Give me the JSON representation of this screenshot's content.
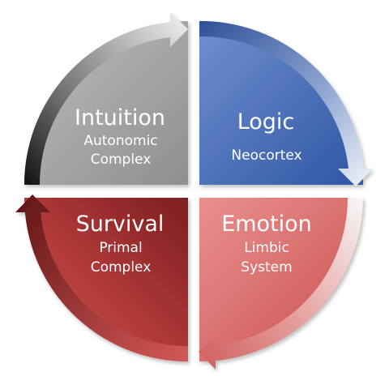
{
  "diagram": {
    "quadrants": [
      {
        "id": "intuition",
        "title": "Intuition",
        "subtitle": [
          "Autonomic",
          "Complex"
        ]
      },
      {
        "id": "logic",
        "title": "Logic",
        "subtitle": [
          "Neocortex"
        ]
      },
      {
        "id": "emotion",
        "title": "Emotion",
        "subtitle": [
          "Limbic",
          "System"
        ]
      },
      {
        "id": "survival",
        "title": "Survival",
        "subtitle": [
          "Primal",
          "Complex"
        ]
      }
    ],
    "colors": {
      "intuition": "#9c9c9c",
      "logic": "#4f72b8",
      "emotion": "#d96a68",
      "survival": "#a23636",
      "arrow_light": "#e9eef4"
    },
    "flow": [
      "intuition",
      "logic",
      "emotion",
      "survival"
    ],
    "flow_direction": "clockwise"
  }
}
